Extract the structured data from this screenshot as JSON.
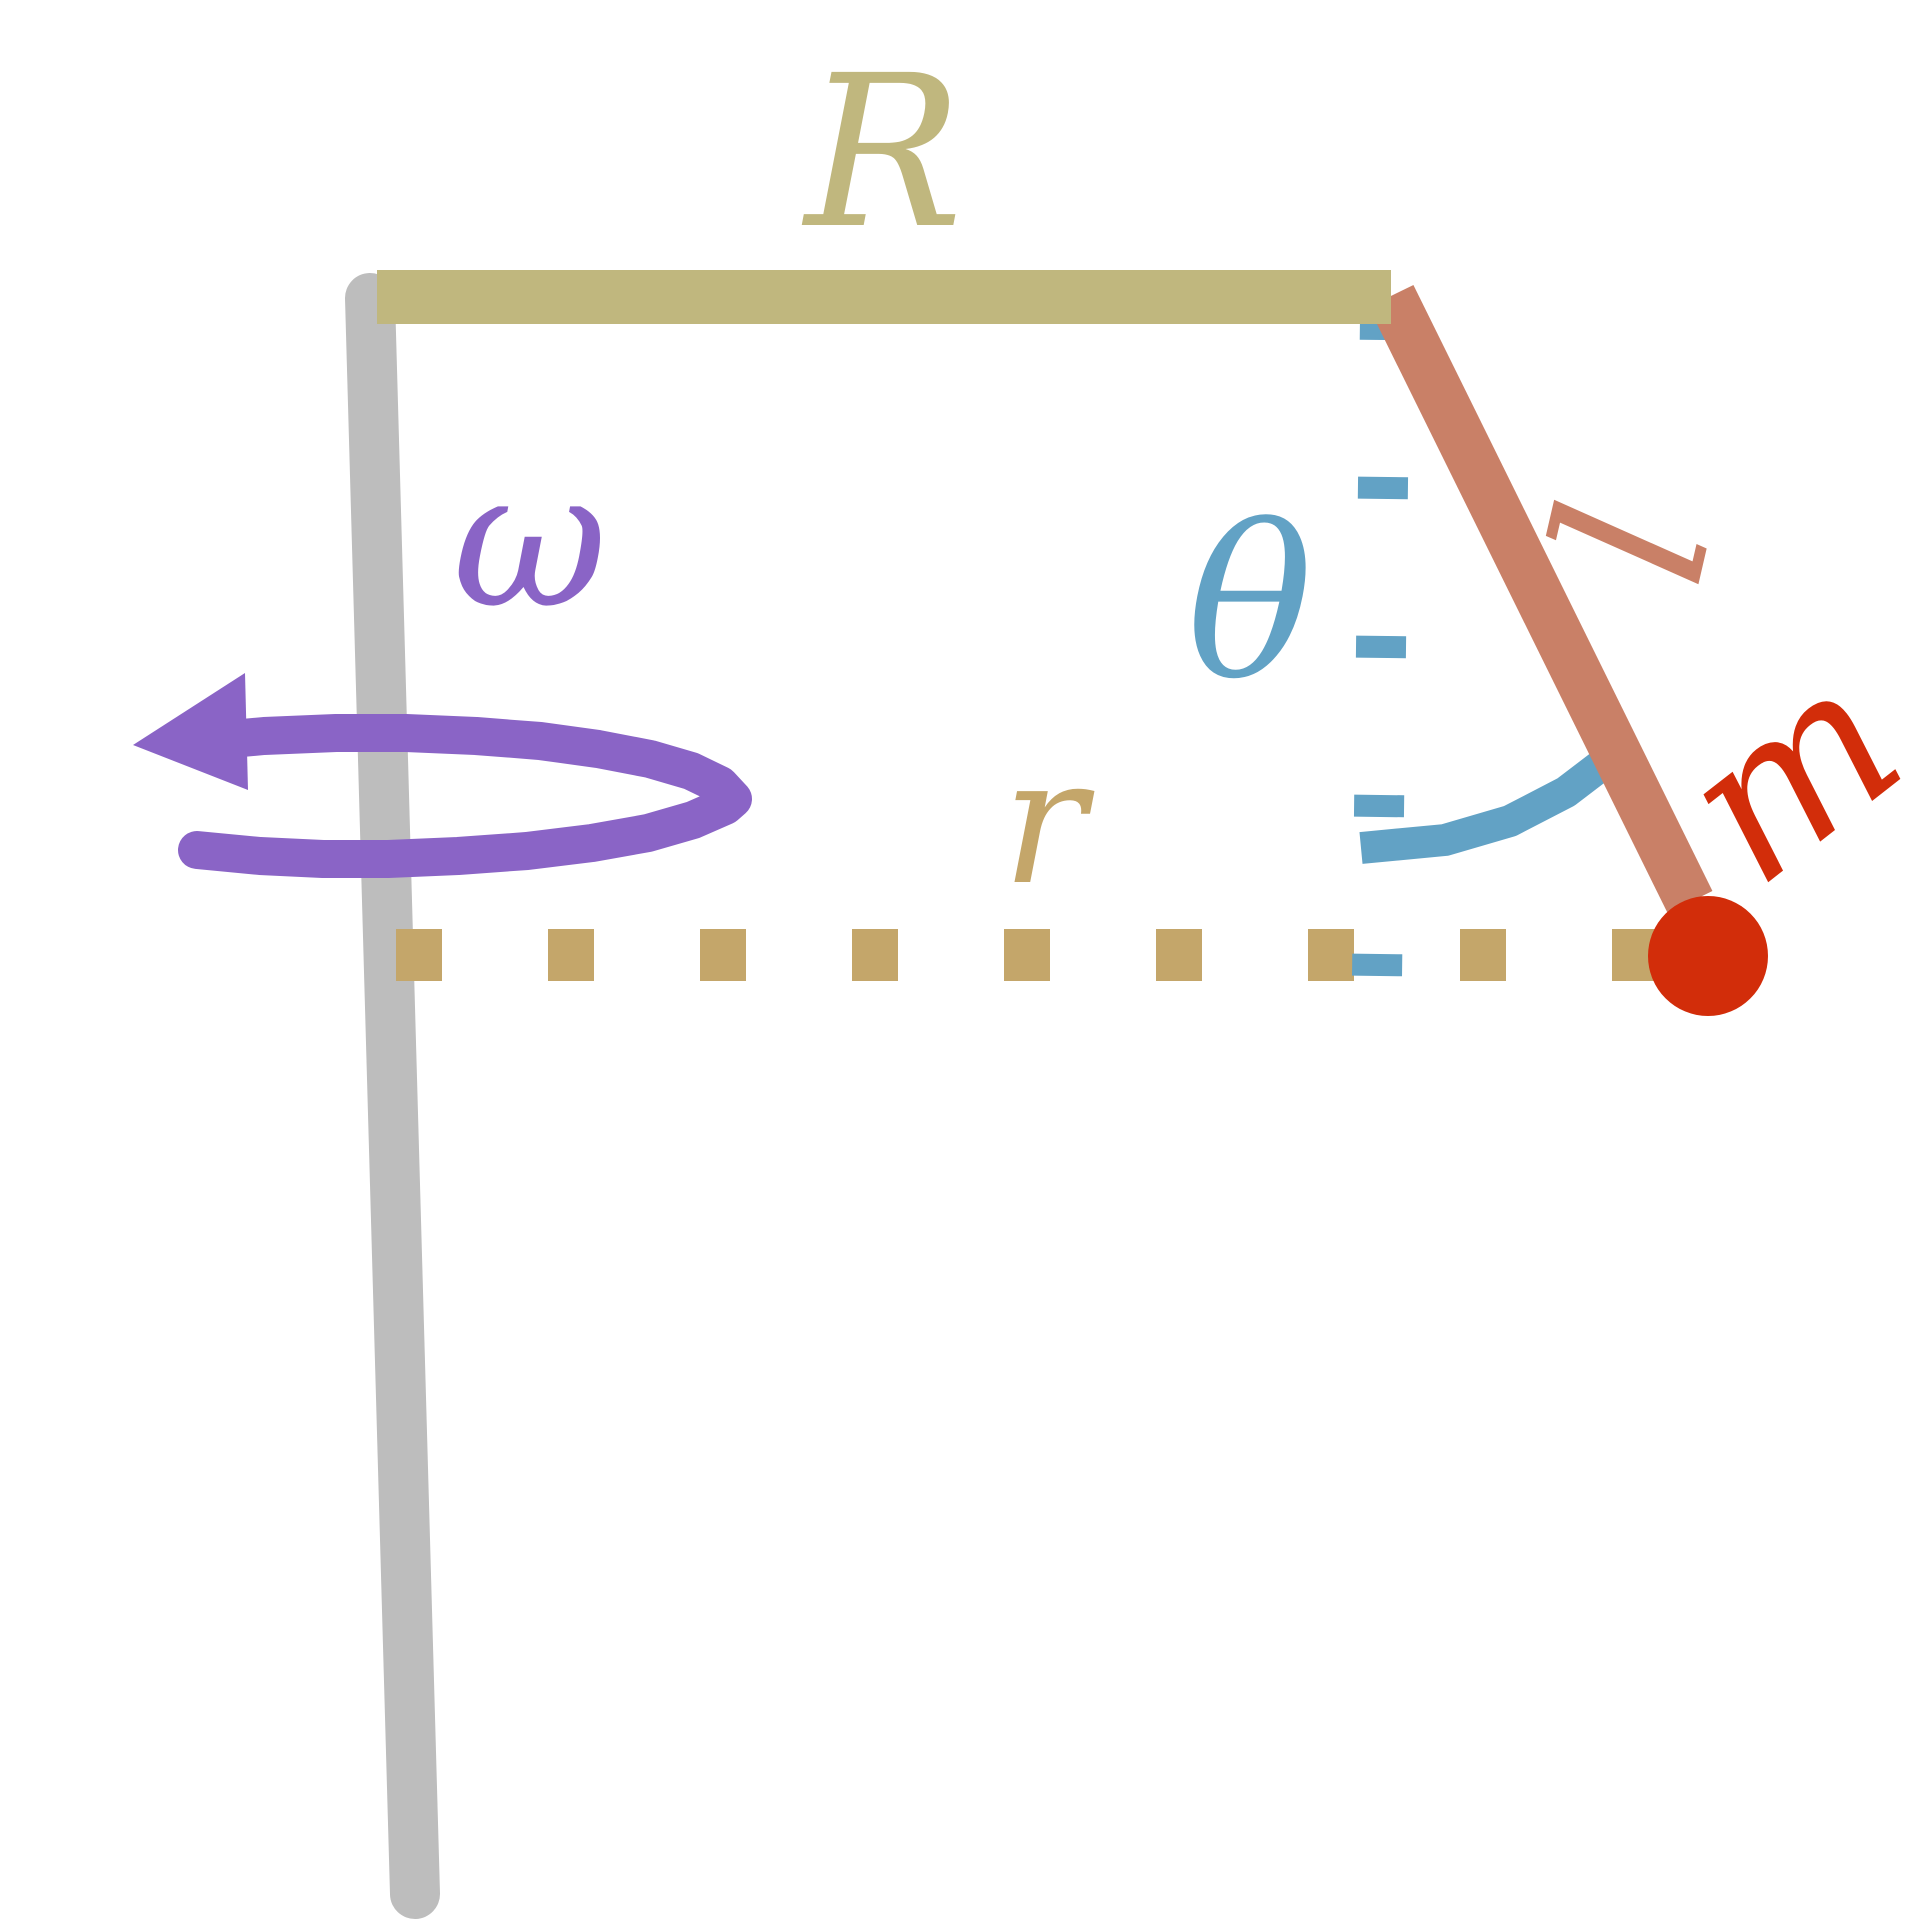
{
  "diagram": {
    "labels": {
      "R": "R",
      "omega": "ω",
      "theta": "θ",
      "l": "l",
      "r": "r",
      "m": "m"
    },
    "colors": {
      "axis": "#bdbdbd",
      "arm_R": "#c0b77e",
      "rod_l": "#c98067",
      "mass": "#d22d0a",
      "radius_r": "#c4a66a",
      "angle_theta": "#62a2c5",
      "rotation_omega": "#8a64c6",
      "background": "#ffffff"
    },
    "icons": {
      "rotation": "rotation-arrow-icon",
      "mass": "mass-ball-icon"
    }
  }
}
